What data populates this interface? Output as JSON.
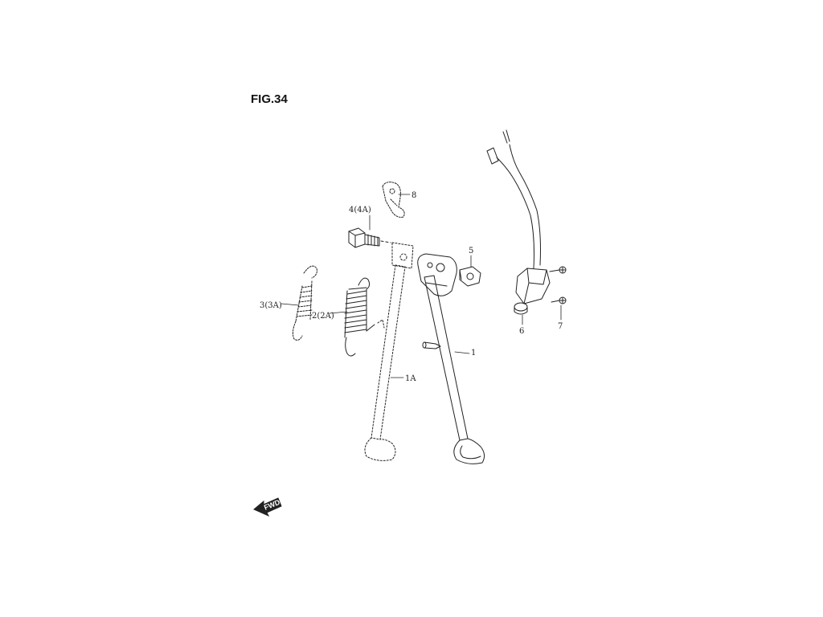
{
  "figure": {
    "title": "FIG.34"
  },
  "callouts": {
    "p1": "1",
    "p1a": "1A",
    "p2": "2(2A)",
    "p3": "3(3A)",
    "p4": "4(4A)",
    "p5": "5",
    "p6": "6",
    "p7": "7",
    "p8": "8"
  },
  "fwd_label": "FWD",
  "colors": {
    "line": "#222222",
    "paper": "#ffffff"
  }
}
